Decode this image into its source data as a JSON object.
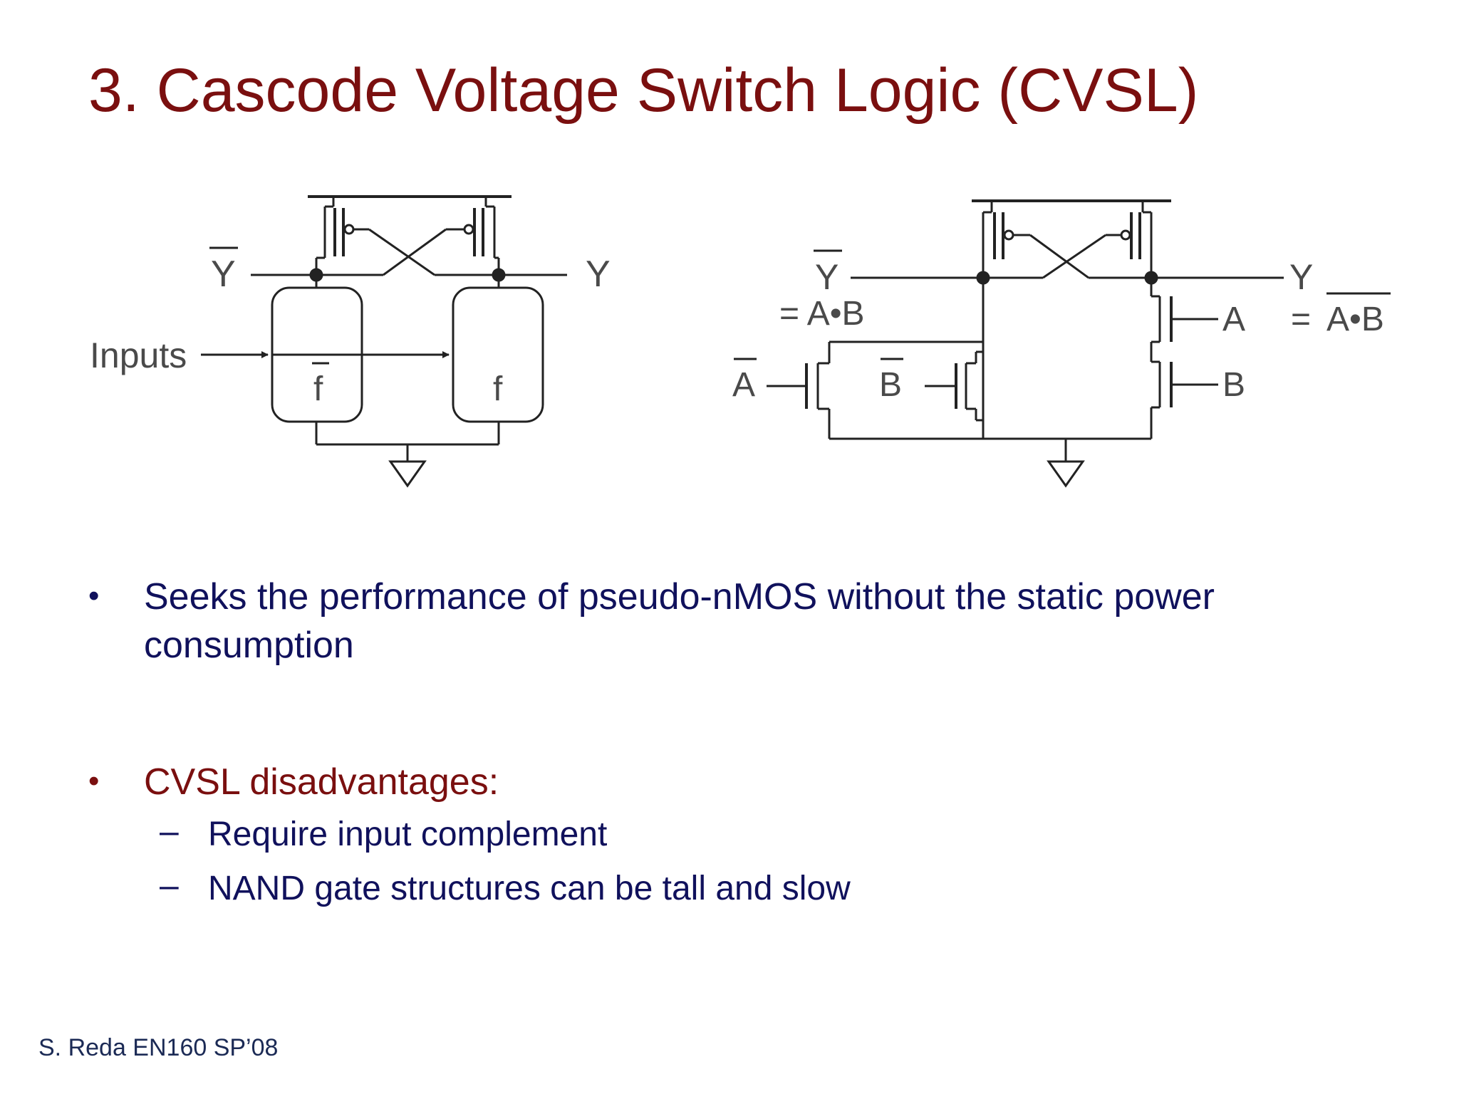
{
  "slide": {
    "title": "3. Cascode Voltage Switch Logic (CVSL)",
    "footer": "S. Reda EN160 SP’08"
  },
  "figure_left": {
    "y_bar_label": "Y",
    "y_label": "Y",
    "inputs_label": "Inputs",
    "f_bar_label": "f",
    "f_label": "f"
  },
  "figure_right": {
    "y_bar_label": "Y",
    "y_bar_equation": "= A•B",
    "y_label": "Y",
    "y_equation_prefix": "=",
    "y_equation_body": "A•B",
    "a_bar_label": "A",
    "b_bar_label": "B",
    "a_label": "A",
    "b_label": "B"
  },
  "bullets": [
    {
      "text_line1": "Seeks the performance of pseudo-nMOS without the static power",
      "text_line2": "consumption",
      "color": "#10115c"
    },
    {
      "text_line1": "CVSL disadvantages:",
      "color": "#7a0f0f",
      "sub": [
        "Require input complement",
        "NAND gate structures can be tall and slow"
      ]
    }
  ],
  "bullet_symbol": "•",
  "dash_symbol": "–"
}
